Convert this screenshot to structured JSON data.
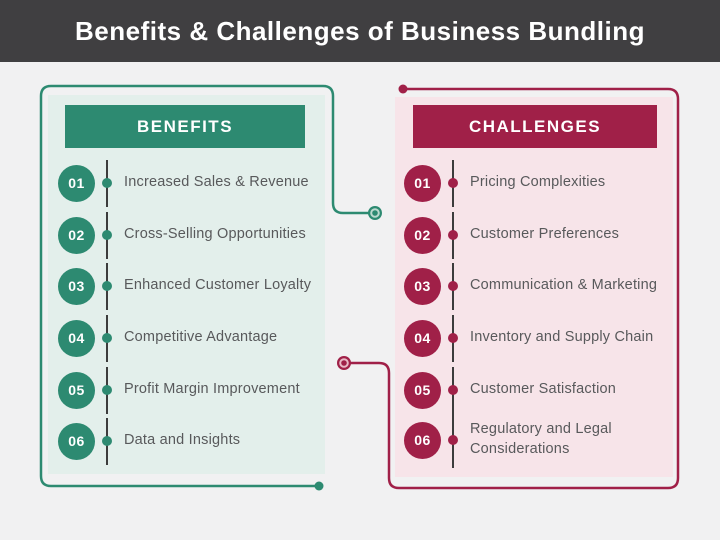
{
  "title": "Benefits & Challenges of Business Bundling",
  "colors": {
    "header_bg": "#403f41",
    "page_bg": "#f1f1f2",
    "green": "#2d8a71",
    "green_fill": "#e3efeb",
    "crimson": "#a02048",
    "crimson_fill": "#f7e4e9",
    "text": "#58595b",
    "tick": "#3c3c3c",
    "heading_text": "#ffffff"
  },
  "benefits": {
    "heading": "BENEFITS",
    "items": [
      {
        "num": "01",
        "label": "Increased Sales & Revenue"
      },
      {
        "num": "02",
        "label": "Cross-Selling Opportunities"
      },
      {
        "num": "03",
        "label": "Enhanced Customer Loyalty"
      },
      {
        "num": "04",
        "label": "Competitive Advantage"
      },
      {
        "num": "05",
        "label": "Profit Margin Improvement"
      },
      {
        "num": "06",
        "label": "Data and Insights"
      }
    ]
  },
  "challenges": {
    "heading": "CHALLENGES",
    "items": [
      {
        "num": "01",
        "label": "Pricing Complexities"
      },
      {
        "num": "02",
        "label": "Customer Preferences"
      },
      {
        "num": "03",
        "label": "Communication & Marketing"
      },
      {
        "num": "04",
        "label": "Inventory and Supply Chain"
      },
      {
        "num": "05",
        "label": "Customer Satisfaction"
      },
      {
        "num": "06",
        "label": "Regulatory and Legal Considerations"
      }
    ]
  }
}
